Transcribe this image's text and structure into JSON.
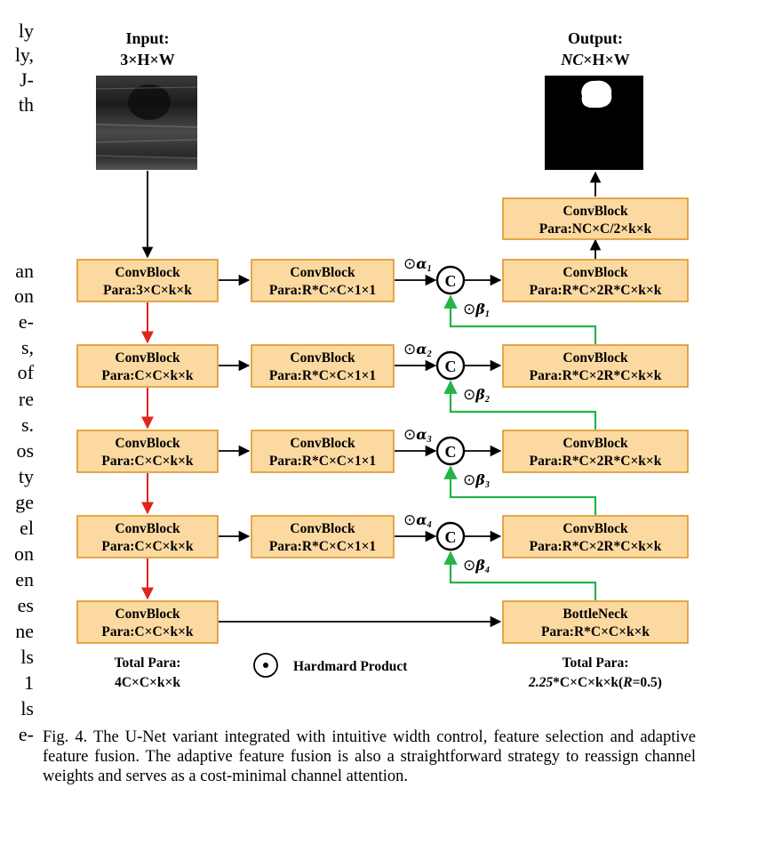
{
  "left_column_fragments": [
    "ly",
    "ly,",
    "J-",
    "th",
    "an",
    "on",
    "e-",
    "s,",
    "of",
    "re",
    "s.",
    "os",
    "ty",
    "ge",
    "el",
    "on",
    "en",
    "es",
    "ne",
    "ls",
    "1",
    "ls",
    "e-"
  ],
  "figure": {
    "input_label": "Input:",
    "input_dims": "3×H×W",
    "output_label": "Output:",
    "output_dims_italic": "NC",
    "output_dims_rest": "×H×W",
    "encoder": [
      {
        "name": "ConvBlock",
        "para": "Para:3×C×k×k"
      },
      {
        "name": "ConvBlock",
        "para": "Para:C×C×k×k"
      },
      {
        "name": "ConvBlock",
        "para": "Para:C×C×k×k"
      },
      {
        "name": "ConvBlock",
        "para": "Para:C×C×k×k"
      },
      {
        "name": "ConvBlock",
        "para": "Para:C×C×k×k"
      }
    ],
    "selection": [
      {
        "name": "ConvBlock",
        "para": "Para:R*C×C×1×1"
      },
      {
        "name": "ConvBlock",
        "para": "Para:R*C×C×1×1"
      },
      {
        "name": "ConvBlock",
        "para": "Para:R*C×C×1×1"
      },
      {
        "name": "ConvBlock",
        "para": "Para:R*C×C×1×1"
      }
    ],
    "decoder": [
      {
        "name": "ConvBlock",
        "para": "Para:R*C×2R*C×k×k"
      },
      {
        "name": "ConvBlock",
        "para": "Para:R*C×2R*C×k×k"
      },
      {
        "name": "ConvBlock",
        "para": "Para:R*C×2R*C×k×k"
      },
      {
        "name": "ConvBlock",
        "para": "Para:R*C×2R*C×k×k"
      }
    ],
    "bottleneck": {
      "name": "BottleNeck",
      "para": "Para:R*C×C×k×k"
    },
    "head": {
      "name": "ConvBlock",
      "para": "Para:NC×C/2×k×k"
    },
    "concat_symbol": "C",
    "dot_symbol": "⊙",
    "alpha": "α",
    "beta": "β",
    "indices": [
      "1",
      "2",
      "3",
      "4"
    ],
    "legend": "Hardmard Product",
    "total_left_label": "Total Para:",
    "total_left_value": "4C×C×k×k",
    "total_right_label": "Total Para:",
    "total_right_italic": "2.25",
    "total_right_mid": "*C×C×k×k(",
    "total_right_r": "R",
    "total_right_end": "=0.5)",
    "colors": {
      "box_fill": "#fcd9a0",
      "box_border": "#d9911e",
      "down_arrow": "#e0251b",
      "skip_arrow": "#25b34a"
    }
  },
  "caption": "Fig. 4.  The U-Net variant integrated with intuitive width control, feature selection and adaptive feature fusion. The adaptive feature fusion is also a straightforward strategy to reassign channel weights and serves as a cost-minimal channel attention."
}
